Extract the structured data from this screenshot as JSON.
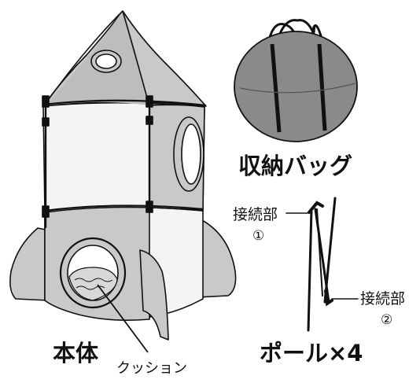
{
  "labels": {
    "main_body": "本体",
    "cushion": "クッション",
    "storage_bag": "収納バッグ",
    "pole": "ポール×4",
    "joint_1": "接続部",
    "joint_1_num": "①",
    "joint_2": "接続部",
    "joint_2_num": "②"
  },
  "colors": {
    "tent_gray": "#c9c9c9",
    "tent_white": "#f4f4f4",
    "bag_gray": "#8a8a8a",
    "outline": "#111111"
  }
}
